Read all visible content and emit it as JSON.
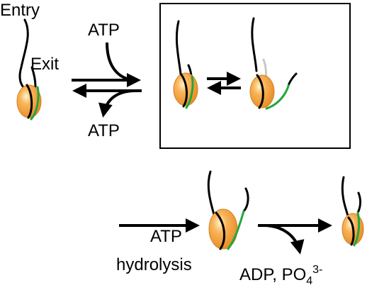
{
  "labels": {
    "entry": "Entry",
    "exit": "Exit",
    "atp_in": "ATP",
    "atp_out": "ATP",
    "atp_hydrolysis_1": "ATP",
    "atp_hydrolysis_2": "hydrolysis",
    "adp_products": "ADP, PO",
    "phosphate_subscript": "4",
    "phosphate_superscript": "3-"
  },
  "colors": {
    "nucleosome_fill": "#f3a045",
    "nucleosome_edge": "#c4721c",
    "dna": "#000000",
    "dna_unwrapped": "#21a63e",
    "dna_displaced": "#c8c8c8",
    "arrow": "#000000",
    "box_border": "#000000"
  }
}
